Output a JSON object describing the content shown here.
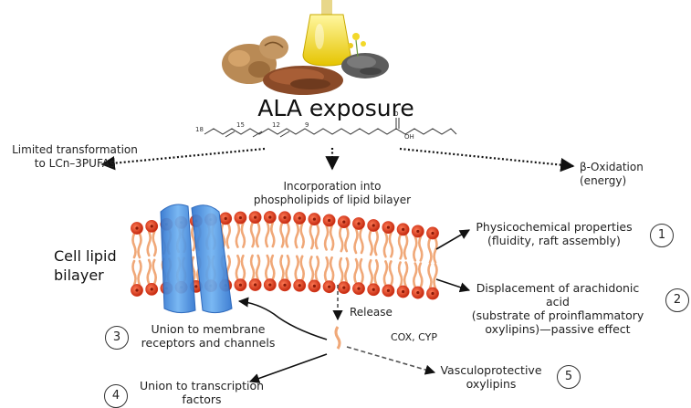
{
  "title": "ALA exposure",
  "structure": {
    "c18": "18",
    "c15": "15",
    "c12": "12",
    "c9": "9",
    "acid_o": "O",
    "acid_oh": "OH"
  },
  "left_label": [
    "Limited transformation",
    "to LCn–3PUFAs"
  ],
  "right_label": "β-Oxidation (energy)",
  "center_label": [
    "Incorporation into",
    "phospholipids of lipid bilayer"
  ],
  "bilayer_label": [
    "Cell lipid",
    "bilayer"
  ],
  "release_label": "Release",
  "enzyme_label": "COX, CYP",
  "effects": [
    {
      "num": "1",
      "lines": [
        "Physicochemical properties",
        "(fluidity, raft assembly)"
      ]
    },
    {
      "num": "2",
      "lines": [
        "Displacement of arachidonic acid",
        "(substrate of proinflammatory",
        "oxylipins)—passive effect"
      ]
    },
    {
      "num": "3",
      "lines": [
        "Union to membrane",
        "receptors and channels"
      ]
    },
    {
      "num": "4",
      "lines": [
        "Union to transcription",
        "factors"
      ]
    },
    {
      "num": "5",
      "lines": [
        "Vasculoprotective",
        "oxylipins"
      ]
    }
  ],
  "colors": {
    "head": "#d93a1e",
    "tail": "#f0a878",
    "protein": "#3f8ee0",
    "protein_dark": "#1f5fb8",
    "arrow": "#111111"
  },
  "icons": [
    "walnut-icon",
    "oil-bottle-icon",
    "flaxseed-icon",
    "chia-seed-icon"
  ]
}
